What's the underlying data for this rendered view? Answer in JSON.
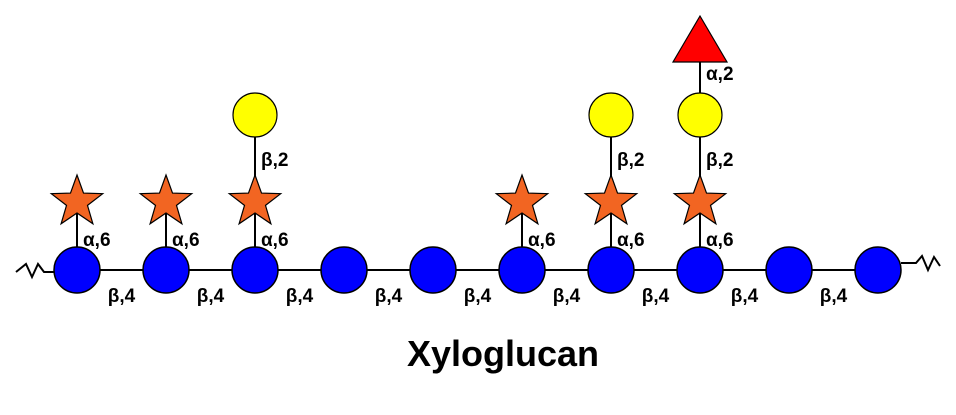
{
  "title": "Xyloglucan",
  "colors": {
    "glucose": "#0000ff",
    "xylose": "#f26522",
    "galactose": "#ffff00",
    "fucose": "#ff0000",
    "outline": "#000000"
  },
  "linkage_labels": {
    "backbone": "β,4",
    "xylose_link": "α,6",
    "galactose_link": "β,2",
    "fucose_link": "α,2"
  },
  "backbone": {
    "residue_count": 10,
    "residue_type": "glucose-circle-icon",
    "ends": "wavy-continuation-icon"
  },
  "branches": [
    {
      "position": 1,
      "residues": [
        "xylose-star-icon"
      ]
    },
    {
      "position": 2,
      "residues": [
        "xylose-star-icon"
      ]
    },
    {
      "position": 3,
      "residues": [
        "xylose-star-icon",
        "galactose-circle-icon"
      ]
    },
    {
      "position": 6,
      "residues": [
        "xylose-star-icon"
      ]
    },
    {
      "position": 7,
      "residues": [
        "xylose-star-icon",
        "galactose-circle-icon"
      ]
    },
    {
      "position": 8,
      "residues": [
        "xylose-star-icon",
        "galactose-circle-icon",
        "fucose-triangle-icon"
      ]
    }
  ]
}
